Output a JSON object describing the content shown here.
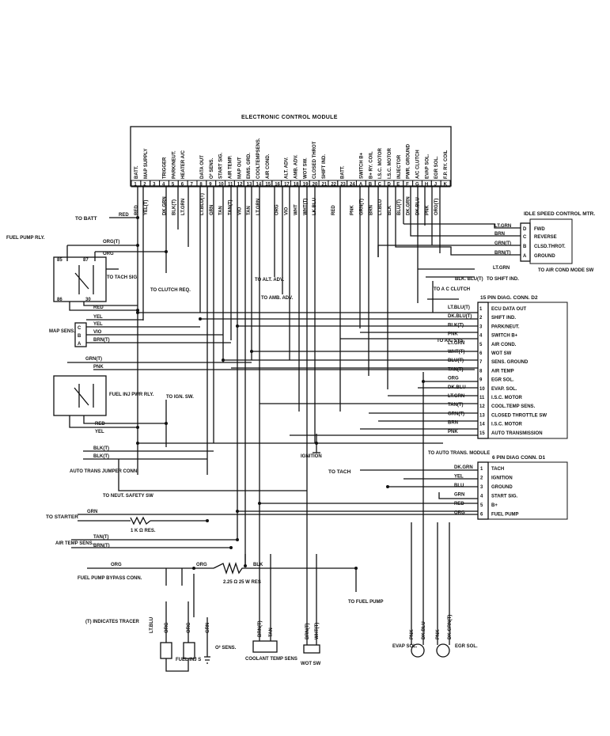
{
  "title": "ELECTRONIC CONTROL MODULE",
  "ecm_functions": [
    "BATT.",
    "MAP SUPPLY",
    "",
    "TRIGGER",
    "PARK/NEUT.",
    "HEATER A/C",
    "",
    "DATA OUT",
    "O² SENS.",
    "START SIG.",
    "AIR TEMP.",
    "MAP OUT",
    "EMIS. GRD.",
    "COOLTEMPSENS.",
    "AIR COND.",
    "",
    "ALT. ADV.",
    "AMB. ADV.",
    "WOT SW.",
    "CLOSED THROT",
    "SHIFT IND.",
    "",
    "BATT.",
    "",
    "SWITCH B+",
    "B+ RY. COIL",
    "I.S.C. MOTOR",
    "I.S.C. MOTOR",
    "INJECTOR",
    "PWR. GROUND",
    "A/C CLUTCH",
    "EVAP SOL.",
    "EGR SOL.",
    "F.P. RY. COIL"
  ],
  "ecm_pins": [
    "1",
    "2",
    "3",
    "4",
    "5",
    "6",
    "7",
    "8",
    "9",
    "10",
    "11",
    "12",
    "13",
    "14",
    "15",
    "16",
    "17",
    "18",
    "19",
    "20",
    "21",
    "22",
    "23",
    "24",
    "A",
    "B",
    "C",
    "D",
    "E",
    "F",
    "G",
    "H",
    "J",
    "K"
  ],
  "ecm_wires": [
    "RED",
    "YEL(T)",
    "",
    "DK.GRN",
    "BLK(T)",
    "LT.GRN",
    "",
    "LT.BLU(T)",
    "GRN",
    "TAN",
    "TAN(T)",
    "VIO",
    "TAN",
    "LT.GRN",
    "",
    "ORG",
    "VIO",
    "WHT",
    "WHT(T)",
    "LK.BLU",
    "",
    "RED",
    "",
    "PNK",
    "GRN(T)",
    "BRN",
    "LT.BLU",
    "BLK",
    "BLU(T)",
    "DK.GRN",
    "DK.BLU",
    "PNK",
    "ORG(T)",
    ""
  ],
  "isc": {
    "title": "IDLE SPEED CONTROL MTR.",
    "pins": [
      "D",
      "C",
      "B",
      "A"
    ],
    "wires": [
      "LT.GRN",
      "BRN",
      "GRN(T)",
      "BRN(T)"
    ],
    "functions": [
      "FWD",
      "REVERSE",
      "CLSD.THROT.",
      "GROUND"
    ]
  },
  "conn15": {
    "title": "15 PIN DIAG. CONN. D2",
    "pins": [
      "1",
      "2",
      "3",
      "4",
      "5",
      "6",
      "7",
      "8",
      "9",
      "10",
      "11",
      "12",
      "13",
      "14",
      "15"
    ],
    "wires": [
      "LT.BLU(T)",
      "DK.BLU(T)",
      "BLK(T)",
      "PNK",
      "LT.GRN",
      "WHT(T)",
      "BLU(T)",
      "TAN(T)",
      "ORG",
      "DK.BLU",
      "LT.GRN",
      "TAN(T)",
      "GRN(T)",
      "BRN",
      "PNK"
    ],
    "functions": [
      "ECU DATA OUT",
      "SHIFT IND.",
      "PARK/NEUT.",
      "SWITCH B+",
      "AIR COND.",
      "WOT SW",
      "SENS. GROUND",
      "AIR TEMP",
      "EGR SOL.",
      "EVAP. SOL.",
      "I.S.C. MOTOR",
      "COOL.TEMP SENS.",
      "CLOSED THROTTLE SW",
      "I.S.C. MOTOR",
      "AUTO TRANSMISSION"
    ]
  },
  "conn6": {
    "title": "6 PIN DIAG CONN. D1",
    "pins": [
      "1",
      "2",
      "3",
      "4",
      "5",
      "6"
    ],
    "wires": [
      "DK.GRN",
      "YEL",
      "BLU",
      "GRN",
      "RED",
      "ORG"
    ],
    "functions": [
      "TACH",
      "IGNITION",
      "GROUND",
      "START SIG.",
      "B+",
      "FUEL PUMP"
    ]
  },
  "labels": {
    "to_batt": "TO BATT",
    "red": "RED",
    "org_t": "ORG(T)",
    "org": "ORG",
    "fuel_pump_rly": "FUEL PUMP RLY.",
    "r85": "85",
    "r86": "86",
    "r87": "87",
    "r30": "30",
    "to_tach_sig": "TO TACH SIG.",
    "to_clutch_req": "TO CLUTCH REQ.",
    "yel": "YEL",
    "vio": "VIO",
    "brn_t": "BRN(T)",
    "map_sens": "MAP SENS.",
    "mapC": "C",
    "mapB": "B",
    "mapA": "A",
    "grn_t": "GRN(T)",
    "pnk": "PNK",
    "fuel_inj_pwr_rly": "FUEL INJ PWR RLY.",
    "to_ign_sw": "TO IGN. SW.",
    "to_alt_adv": "TO ALT. ADV.",
    "to_amb_adv": "TO AMB. ADV.",
    "to_air_cond_mode": "TO AIR COND MODE SW",
    "to_shift_ind": "TO SHIFT IND.",
    "to_ac_clutch": "TO A C CLUTCH",
    "to_ac_sys": "TO A/C SYS.",
    "blk_blu_t": "BLK. BLU(T)",
    "lt_grn": "LT.GRN",
    "ignition": "IGNITION",
    "to_auto_trans": "TO AUTO TRANS. MODULE",
    "blk_t": "BLK(T)",
    "auto_trans_jumper": "AUTO TRANS JUMPER CONN.",
    "to_neut_safety": "TO NEUT. SAFETY SW",
    "to_tach": "TO TACH",
    "to_starter": "TO STARTER",
    "grn": "GRN",
    "res1": "1 K Ω RES.",
    "air_temp_sens": "AIR TEMP SENS.",
    "tan_t": "TAN(T)",
    "fuel_pump_bypass": "FUEL PUMP BYPASS CONN.",
    "res2": "2.25 Ω 25 W RES",
    "blk": "BLK",
    "to_fuel_pump": "TO FUEL PUMP",
    "tracer_note": "(T) INDICATES TRACER",
    "lt_blu": "LT.BLU",
    "fuel_inj_s": "FUEL INJ S",
    "o2_sens": "O² SENS.",
    "brn_t2": "BRN(T)",
    "tan": "TAN",
    "coolant_temp_sens": "COOLANT TEMP SENS",
    "brn_t3": "BRN(T)",
    "wht_t": "WHT(T)",
    "wot_sw": "WOT SW",
    "evap_sol": "EVAP SOL.",
    "egr_sol": "EGR SOL.",
    "dk_blu": "DK.BLU",
    "dk_grn_t": "DK.GRN(T)"
  }
}
